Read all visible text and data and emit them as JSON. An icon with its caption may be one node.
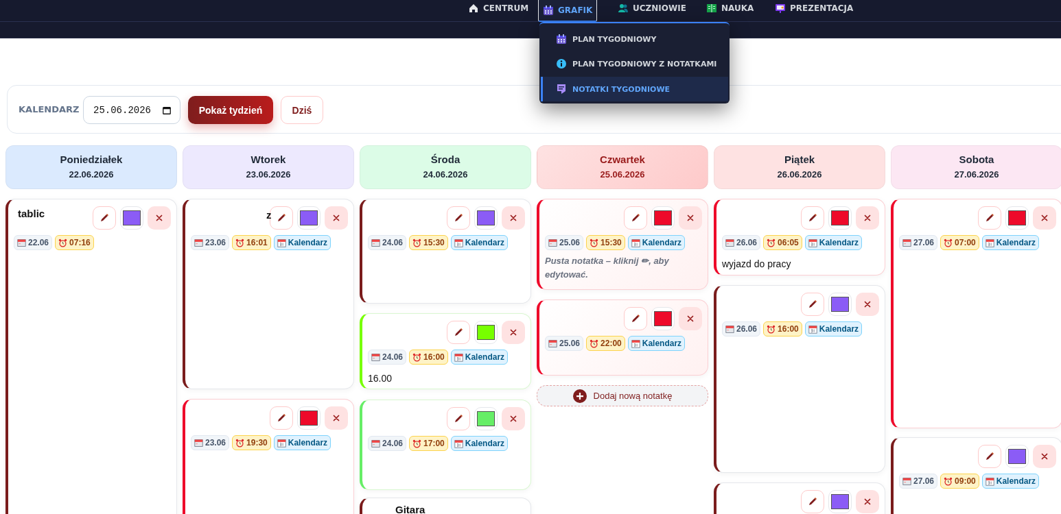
{
  "diagram": {
    "nodes": [
      {
        "text": [
          "CENTRUM"
        ]
      },
      {
        "text": [
          "GRAFIK"
        ]
      },
      {
        "text": [
          "UCZNIOWIE"
        ]
      },
      {
        "text": [
          "NAUKA"
        ]
      },
      {
        "text": [
          "PREZENTACJA"
        ]
      },
      {
        "text": [],
        "shape": "box"
      },
      {
        "text": [
          "PLAN TYGODNIOWY"
        ],
        "in": 5
      },
      {
        "text": [
          "PLAN TYGODNIOWY Z NOTATKAMI"
        ],
        "in": 5
      },
      {
        "text": [
          "NOTATKI TYGODNIOWE"
        ],
        "in": 5
      },
      {
        "text": [
          "KALENDARZ"
        ]
      },
      {
        "text": [
          "25.06.2026"
        ],
        "in": 9
      },
      {
        "text": [
          "Pokaż tydzień"
        ],
        "in": 9
      },
      {
        "text": [
          "Dziś"
        ],
        "in": 9
      },
      {
        "text": [
          "Poniedziałek",
          "22.06.2026"
        ]
      },
      {
        "text": [
          "tablic",
          "22.06",
          "07:16"
        ]
      },
      {
        "text": [
          "Wtorek",
          "23.06.2026"
        ]
      },
      {
        "text": [
          "z",
          "23.06",
          "16:01",
          "Kalendarz"
        ]
      },
      {
        "text": [
          "23.06",
          "19:30",
          "Kalendarz"
        ]
      },
      {
        "text": [
          "Środa",
          "24.06.2026"
        ]
      },
      {
        "text": [
          "24.06",
          "15:30",
          "Kalendarz"
        ]
      },
      {
        "text": [
          "24.06",
          "16:00",
          "Kalendarz",
          "16.00"
        ]
      },
      {
        "text": [
          "24.06",
          "17:00",
          "Kalendarz"
        ]
      },
      {
        "text": [
          "Gitara"
        ]
      },
      {
        "text": [
          "Czwartek",
          "25.06.2026"
        ]
      },
      {
        "text": [
          "25.06",
          "15:30",
          "Kalendarz",
          "Pusta notatka – kliknij ✏, aby edytować."
        ]
      },
      {
        "text": [
          "25.06",
          "22:00",
          "Kalendarz"
        ]
      },
      {
        "text": [
          "Dodaj nową notatkę"
        ]
      },
      {
        "text": [
          "Piątek",
          "26.06.2026"
        ]
      },
      {
        "text": [
          "26.06",
          "06:05",
          "Kalendarz",
          "wyjazd do pracy"
        ]
      },
      {
        "text": [
          "26.06",
          "16:00",
          "Kalendarz"
        ]
      },
      {
        "text": [],
        "shape": "box"
      },
      {
        "text": [
          "Sobota",
          "27.06.2026"
        ]
      },
      {
        "text": [
          "27.06",
          "07:00",
          "Kalendarz"
        ]
      },
      {
        "text": [
          "27.06",
          "09:00",
          "Kalendarz"
        ]
      }
    ]
  }
}
